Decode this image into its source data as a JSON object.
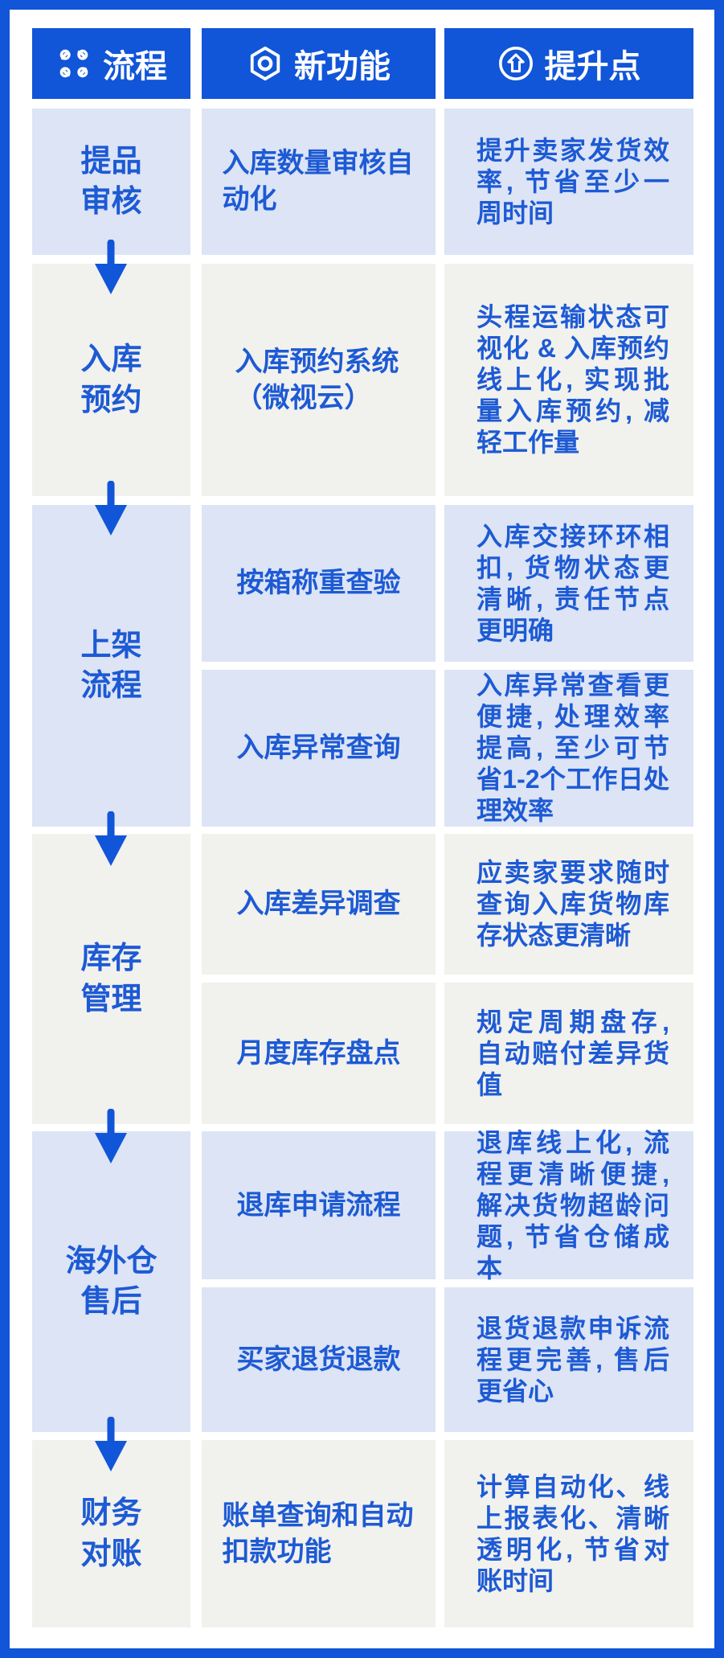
{
  "title": "海外仓流程优化信息图",
  "colors": {
    "frame_blue": "#1155d8",
    "header_blue": "#1155d8",
    "text_blue": "#1d5ad4",
    "row_light_blue": "#dce4f5",
    "row_light_gray": "#f1f1ee",
    "header_text": "#ffffff"
  },
  "columns": [
    {
      "label": "流程",
      "icon": "workflow-cycle-icon"
    },
    {
      "label": "新功能",
      "icon": "hex-nut-icon"
    },
    {
      "label": "提升点",
      "icon": "arrow-up-circle-icon"
    }
  ],
  "sections": [
    {
      "process": "提品审核",
      "items": [
        {
          "feature": "入库数量审核自动化",
          "benefit": "提升卖家发货效率, 节省至少一周时间"
        }
      ]
    },
    {
      "process": "入库预约",
      "items": [
        {
          "feature": "入库预约系统（微视云）",
          "benefit": "头程运输状态可视化 & 入库预约线上化, 实现批量入库预约, 减轻工作量"
        }
      ]
    },
    {
      "process": "上架流程",
      "items": [
        {
          "feature": "按箱称重查验",
          "benefit": "入库交接环环相扣, 货物状态更清晰, 责任节点更明确"
        },
        {
          "feature": "入库异常查询",
          "benefit": "入库异常查看更便捷, 处理效率提高, 至少可节省1-2个工作日处理效率"
        }
      ]
    },
    {
      "process": "库存管理",
      "items": [
        {
          "feature": "入库差异调查",
          "benefit": "应卖家要求随时查询入库货物库存状态更清晰"
        },
        {
          "feature": "月度库存盘点",
          "benefit": "规定周期盘存, 自动赔付差异货值"
        }
      ]
    },
    {
      "process": "海外仓售后",
      "items": [
        {
          "feature": "退库申请流程",
          "benefit": "退库线上化, 流程更清晰便捷, 解决货物超龄问题, 节省仓储成本"
        },
        {
          "feature": "买家退货退款",
          "benefit": "退货退款申诉流程更完善, 售后更省心"
        }
      ]
    },
    {
      "process": "财务对账",
      "items": [
        {
          "feature": "账单查询和自动扣款功能",
          "benefit": "计算自动化、线上报表化、清晰透明化, 节省对账时间"
        }
      ]
    }
  ]
}
